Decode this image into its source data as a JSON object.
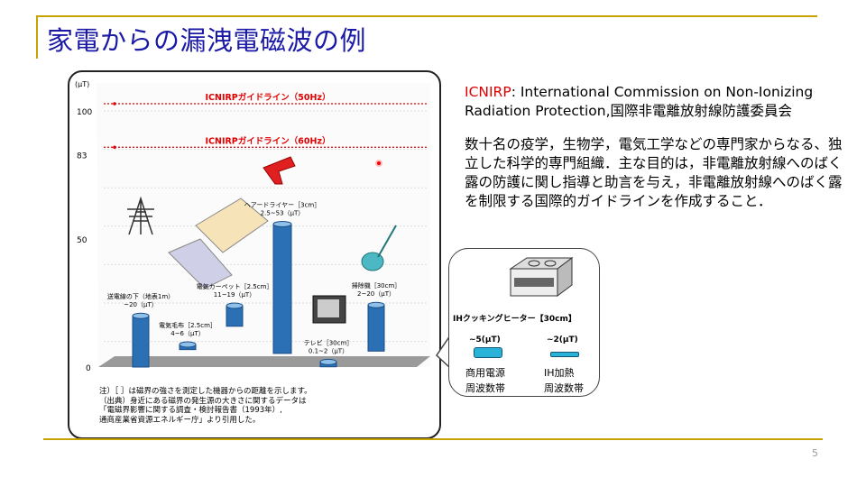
{
  "slide": {
    "title": "家電からの漏洩電磁波の例",
    "page_number": "5"
  },
  "description": {
    "acronym": "ICNIRP",
    "definition": ": International Commission on Non-Ionizing Radiation Protection,国際非電離放射線防護委員会",
    "body": "数十名の疫学，生物学，電気工学などの専門家からなる、独立した科学的専門組織．主な目的は，非電離放射線へのばく露の防護に関し指導と助言を与え，非電離放射線へのばく露を制限する国際的ガイドラインを作成すること．"
  },
  "chart_data": {
    "type": "bar",
    "unit_label": "(μT)",
    "ylim": [
      0,
      105
    ],
    "yticks": [
      "0",
      "50",
      "83",
      "100"
    ],
    "ytick_values": [
      0,
      50,
      83,
      100
    ],
    "reference_lines": [
      {
        "label": "ICNIRPガイドライン（50Hz）",
        "value": 100
      },
      {
        "label": "ICNIRPガイドライン（60Hz）",
        "value": 83
      }
    ],
    "bars": [
      {
        "name": "送電線の下（地表1m）",
        "range_label": "~20（μT）",
        "low": 0,
        "high": 20
      },
      {
        "name": "電気毛布［2.5cm］",
        "range_label": "4~6（μT）",
        "low": 4,
        "high": 6
      },
      {
        "name": "電気カーペット［2.5cm］",
        "range_label": "11~19（μT）",
        "low": 11,
        "high": 19
      },
      {
        "name": "ヘアードライヤー［3cm］",
        "range_label": "2.5~53（μT）",
        "low": 2.5,
        "high": 53
      },
      {
        "name": "テレビ［30cm］",
        "range_label": "0.1~2（μT）",
        "low": 0.1,
        "high": 2
      },
      {
        "name": "掃除機［30cm］",
        "range_label": "2~20（μT）",
        "low": 2,
        "high": 20
      }
    ],
    "note_lines": [
      "注）［ ］は磁界の強さを測定した機器からの距離を示します。",
      "（出典）身近にある磁界の発生源の大きさに関するデータは",
      "「電磁界影響に関する調査・検討報告書（1993年）,",
      "通商産業省資源エネルギー庁」より引用した。"
    ]
  },
  "callout": {
    "device": "IHクッキングヒーター【30cm】",
    "items": [
      {
        "value": "~5(μT)",
        "label1": "商用電源",
        "label2": "周波数帯"
      },
      {
        "value": "~2(μT)",
        "label1": "IH加熱",
        "label2": "周波数帯"
      }
    ]
  },
  "colors": {
    "accent": "#c8a200",
    "title": "#1a1aa6",
    "guideline": "#e00000",
    "bar": "#2b6fb5"
  }
}
